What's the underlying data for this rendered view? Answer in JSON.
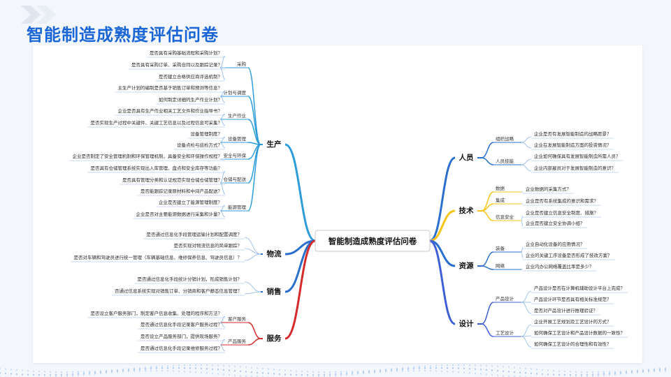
{
  "title": "智能制造成熟度评估问卷",
  "center": "智能制造成熟度评估问卷",
  "branches": [
    {
      "label": "生产",
      "color": "#2d9cdb",
      "groups": [
        {
          "label": "采购",
          "items": [
            "是否具有采购基础流程和采购计划？",
            "是否具有采购订单、采购合同以及跟踪记录？",
            "是否建立合格供应商评选机制？"
          ]
        },
        {
          "label": "计划与调度",
          "items": [
            "主生产计划的编制是否基于销售订单和预测等信息？",
            "如何制定详细的生产作业计划？"
          ]
        },
        {
          "label": "生产作业",
          "items": [
            "企业是否具有生产作业相关工艺文件和作业指导书？",
            "是否实现生产过程中关键件、关键工艺信息以及过程信息可采集？"
          ]
        },
        {
          "label": "设备管理",
          "items": [
            "设备管理制度？",
            "设备点检与巡检方式？"
          ]
        },
        {
          "label": "安全与环保",
          "items": [
            "企业是否制定了安全管理机制和环保管理机制，具备安全和环保操作规程？"
          ]
        },
        {
          "label": "仓储与配送",
          "items": [
            "是否具有仓储管理系统实现出入库管理、盘点和安全库存等功能？",
            "是否具有管理分类和认证规范实现仓储仓储管理？",
            "是否能跟踪记录原材料和中间产品配送？"
          ]
        },
        {
          "label": "能源管理",
          "items": [
            "企业是否建立了能源管理制度？",
            "企业是否对主要能源数据进行采集和计量？"
          ]
        }
      ]
    },
    {
      "label": "物流",
      "color": "#2b6fce",
      "items": [
        "是否通过信息化手段管理运输计划和配置调度？",
        "是否实现对物流信息的简单跟踪？",
        "是否对车辆和驾驶员进行统一管理（车辆基础信息、维修保养信息、驾驶员信息）？"
      ]
    },
    {
      "label": "销售",
      "color": "#2b6fce",
      "items": [
        "是否通过信息化手段统计分销计划，形成销售计划？",
        "否通过信息系统实现对销售订单、分销商和客户静态信息管理？"
      ]
    },
    {
      "label": "服务",
      "color": "#d62b2b",
      "groups": [
        {
          "label": "客户服务",
          "items": [
            "是否设立客户服务部门，制定客户信息收集、处理的程序和方法？",
            "是否通过信息化手段记录客户服务过程？"
          ]
        },
        {
          "label": "产品服务",
          "items": [
            "是否设立产品服务部门，提供现场服务？",
            "是否通过信息化手段记录维修服务过程？"
          ]
        }
      ]
    },
    {
      "label": "人员",
      "color": "#2b6fce",
      "groups": [
        {
          "label": "组织战略",
          "items": [
            "企业是否有发展智能制造的战略愿景？",
            "企业在发展智能制造方面的投资情况？"
          ]
        },
        {
          "label": "人员技能",
          "items": [
            "企业如何确保具有发展智能制造所需人员？",
            "企业内部雇员对于发展智能制造的意识？"
          ]
        }
      ]
    },
    {
      "label": "技术",
      "color": "#f5c518",
      "groups": [
        {
          "label": "数据",
          "items": [
            "企业数据的采集方式？"
          ]
        },
        {
          "label": "集成",
          "items": [
            "企业是否有系统集成的意识和需求？"
          ]
        },
        {
          "label": "信息安全",
          "items": [
            "企业是否建立信息安全制度、措施？",
            "企业是否建立安全协调小组？"
          ]
        }
      ]
    },
    {
      "label": "资源",
      "color": "#2b6fce",
      "groups": [
        {
          "label": "装备",
          "items": [
            "企业自动化设备的应用情况？",
            "企业的关键工序设备是否形成了技改方案？"
          ]
        },
        {
          "label": "网络",
          "items": [
            "企业内办公网络覆盖比率是多少？"
          ]
        }
      ]
    },
    {
      "label": "设计",
      "color": "#3f5fd6",
      "groups": [
        {
          "label": "产品设计",
          "items": [
            "产品设计是否在计算机辅助设计平台上完成？",
            "产品设计环节是否具有相关标准规范？",
            "是否对产品设计进行推理验证？"
          ]
        },
        {
          "label": "工艺设计",
          "items": [
            "企业开展工艺规划及工艺设计的方式？",
            "如何确保工艺设计和产品设计数据的一致性？",
            "如何确保工艺设计的合理性和有效性？"
          ]
        }
      ]
    }
  ],
  "colors": {
    "title": "#1a66d6",
    "leaf_line": "#8fb6e6",
    "leaf_text": "#2a2a2a"
  }
}
